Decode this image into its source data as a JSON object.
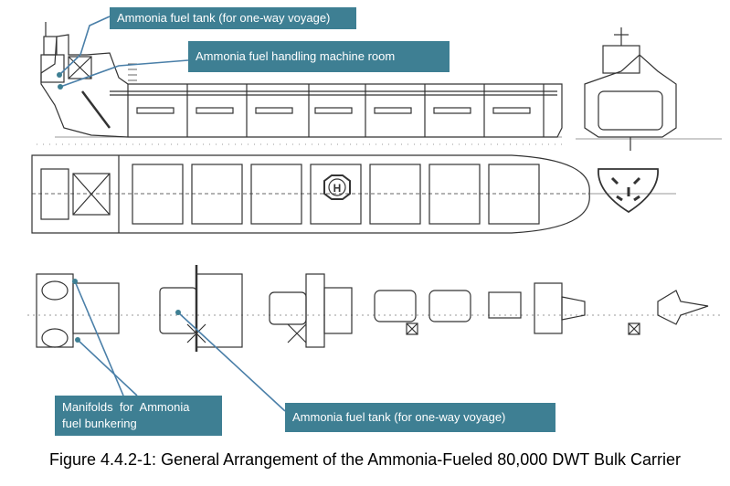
{
  "figure": {
    "caption": "Figure 4.4.2-1: General Arrangement of the Ammonia-Fueled 80,000 DWT Bulk Carrier"
  },
  "callouts": {
    "tank_top": "Ammonia fuel tank (for one-way voyage)",
    "machine_room": "Ammonia fuel handling machine room",
    "manifolds_line1": "Manifolds  for  Ammonia",
    "manifolds_line2": "fuel bunkering",
    "tank_bottom": "Ammonia fuel tank (for one-way voyage)"
  },
  "drawing": {
    "hatch_symbol": "H"
  },
  "colors": {
    "callout_bg": "#3e7f93",
    "callout_text": "#ffffff",
    "drawing_line": "#333333",
    "leader_line": "#4a7fa8"
  }
}
